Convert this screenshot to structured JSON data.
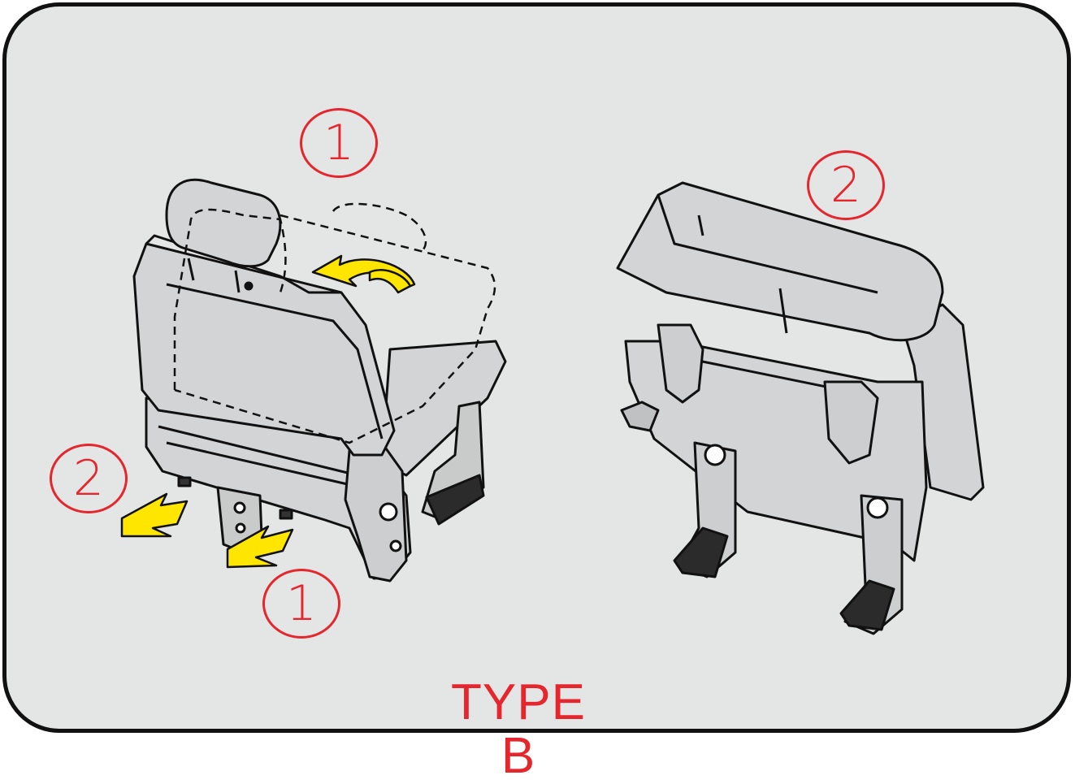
{
  "badges": {
    "left_top": "1",
    "left_side": "2",
    "left_bottom": "1",
    "right_top": "2"
  },
  "caption": "TYPE B",
  "colors": {
    "accent_red": "#e5262d",
    "arrow_yellow": "#ffe600",
    "seat_fill": "#d3d4d5",
    "background": "#e4e5e5"
  },
  "icons": [
    "curved-arrow-icon",
    "pull-arrow-icon"
  ]
}
